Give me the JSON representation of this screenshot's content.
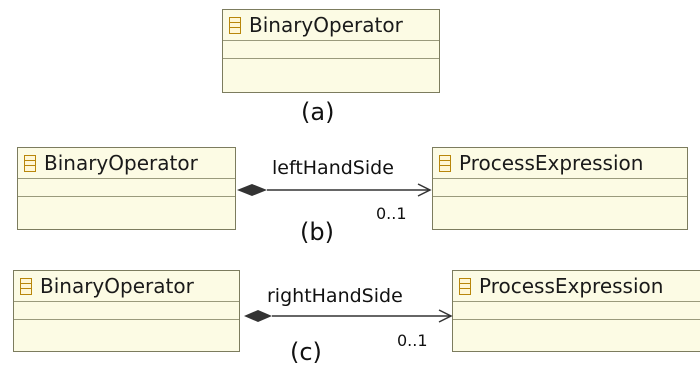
{
  "panels": [
    {
      "caption": "(a)",
      "source_class": {
        "name": "BinaryOperator",
        "icon": "class-icon"
      }
    },
    {
      "caption": "(b)",
      "source_class": {
        "name": "BinaryOperator",
        "icon": "class-icon"
      },
      "association": {
        "name": "leftHandSide",
        "multiplicity": "0..1",
        "source_end": "composite-diamond",
        "target_end": "open-arrow"
      },
      "target_class": {
        "name": "ProcessExpression",
        "icon": "class-icon"
      }
    },
    {
      "caption": "(c)",
      "source_class": {
        "name": "BinaryOperator",
        "icon": "class-icon"
      },
      "association": {
        "name": "rightHandSide",
        "multiplicity": "0..1",
        "source_end": "composite-diamond",
        "target_end": "open-arrow"
      },
      "target_class": {
        "name": "ProcessExpression",
        "icon": "class-icon"
      }
    }
  ],
  "colors": {
    "class_fill": "#fcfbe4",
    "class_border": "#7c7c5e",
    "icon": "#b8860b",
    "line": "#333333"
  }
}
